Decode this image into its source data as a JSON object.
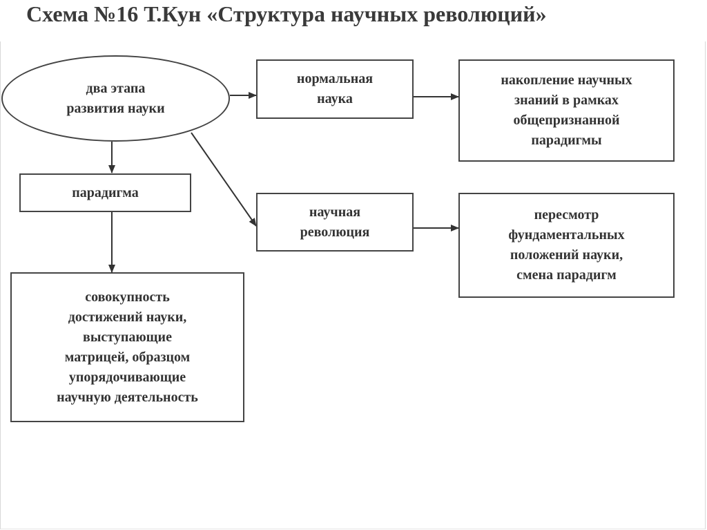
{
  "title": "Схема №16 Т.Кун «Структура научных революций»",
  "nodes": {
    "two_stages": "два этапа\nразвития науки",
    "normal_science": "нормальная\nнаука",
    "accumulation": "накопление научных\nзнаний в рамках\nобщепризнанной\nпарадигмы",
    "paradigm": "парадигма",
    "scientific_revolution": "научная\nреволюция",
    "revision": "пересмотр\nфундаментальных\nположений науки,\nсмена парадигм",
    "paradigm_definition": "совокупность\nдостижений науки,\nвыступающие\nматрицей, образцом\nупорядочивающие\nнаучную деятельность"
  }
}
